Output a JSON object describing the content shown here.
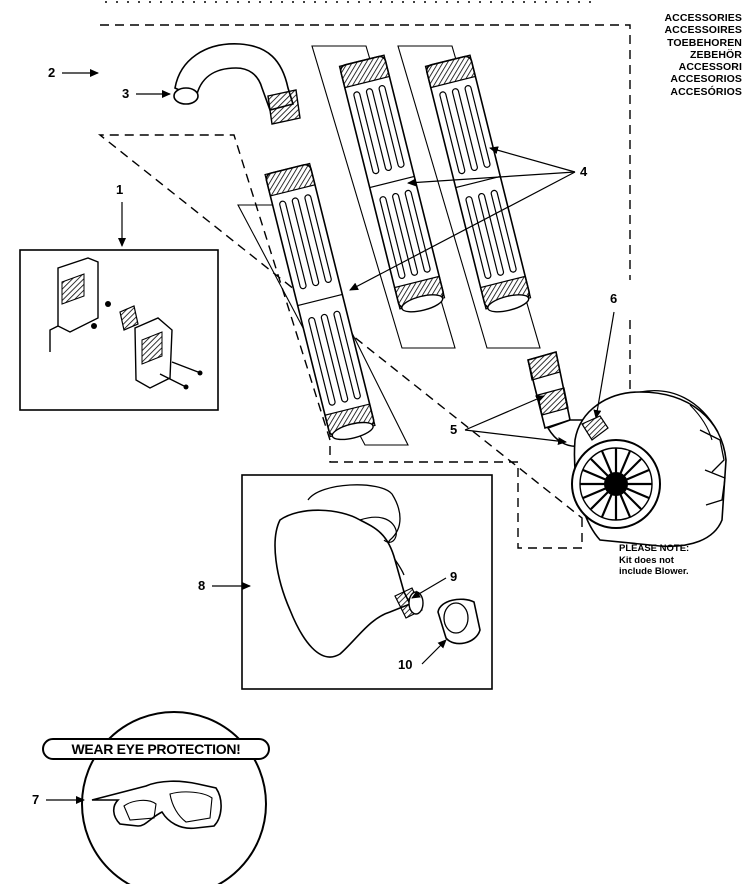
{
  "header": {
    "accessories": [
      "ACCESSORIES",
      "ACCESSOIRES",
      "TOEBEHOREN",
      "ZEBEHÖR",
      "ACCESSORI",
      "ACCESORIOS",
      "ACCESÓRIOS"
    ]
  },
  "callouts": {
    "c1": "1",
    "c2": "2",
    "c3": "3",
    "c4": "4",
    "c5": "5",
    "c6": "6",
    "c7": "7",
    "c8": "8",
    "c9": "9",
    "c10": "10"
  },
  "note": {
    "title": "PLEASE NOTE:",
    "line1": "Kit does not",
    "line2": "include Blower."
  },
  "warning": {
    "text": "WEAR EYE PROTECTION!"
  }
}
